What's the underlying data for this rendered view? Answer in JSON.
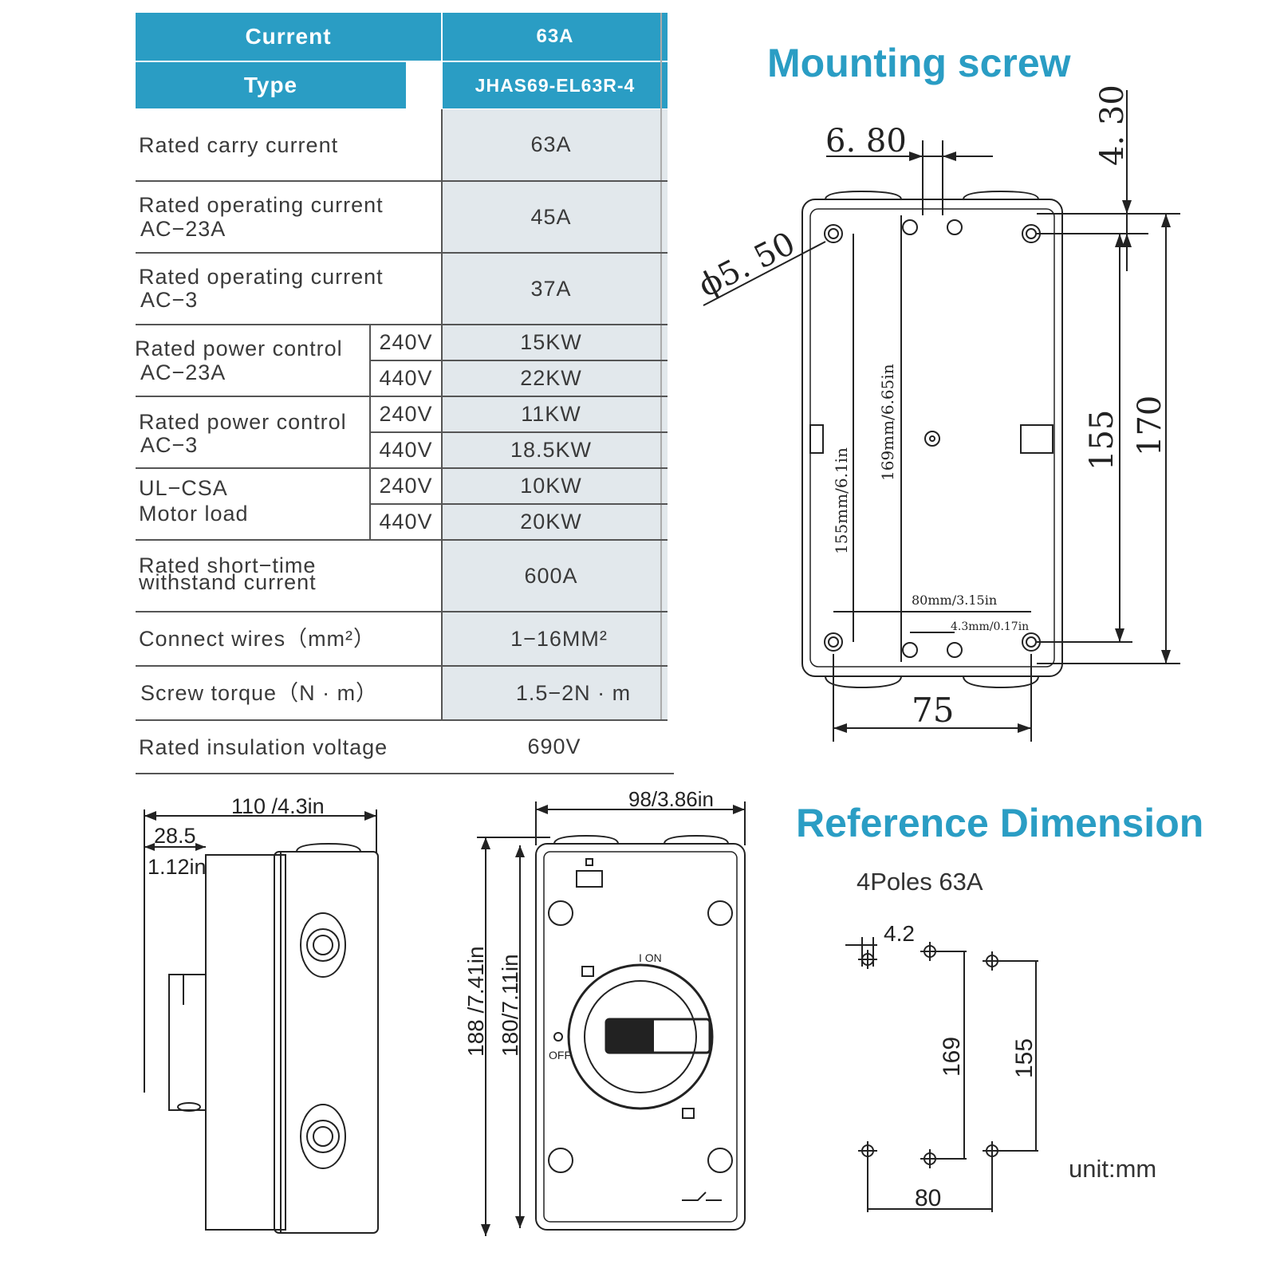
{
  "spec_table": {
    "header": {
      "current_label": "Current",
      "current_value": "63A",
      "type_label": "Type",
      "type_value": "JHAS69-EL63R-4"
    },
    "rows": {
      "carry": {
        "label": "Rated carry current",
        "value": "63A"
      },
      "op23": {
        "label1": "Rated operating current",
        "label2": "AC−23A",
        "value": "45A"
      },
      "op3": {
        "label1": "Rated operating current",
        "label2": "AC−3",
        "value": "37A"
      },
      "pw23": {
        "label1": "Rated power control",
        "label2": "AC−23A",
        "v1": "240V",
        "p1": "15KW",
        "v2": "440V",
        "p2": "22KW"
      },
      "pw3": {
        "label1": "Rated power control",
        "label2": "AC−3",
        "v1": "240V",
        "p1": "11KW",
        "v2": "440V",
        "p2": "18.5KW"
      },
      "ul": {
        "label1": "UL−CSA",
        "label2": "Motor load",
        "v1": "240V",
        "p1": "10KW",
        "v2": "440V",
        "p2": "20KW"
      },
      "short": {
        "label1": "Rated short−time",
        "label2": "withstand current",
        "value": "600A"
      },
      "wires": {
        "label": "Connect wires（mm²）",
        "value": "1−16MM²"
      },
      "torque": {
        "label": "Screw torque（N · m）",
        "value": "1.5−2N · m"
      },
      "insulation": {
        "label": "Rated insulation voltage",
        "value": "690V"
      }
    }
  },
  "headings": {
    "mounting": "Mounting screw",
    "reference": "Reference Dimension",
    "poles": "4Poles 63A",
    "unit": "unit:mm"
  },
  "mounting_dims": {
    "screw_w": "6. 80",
    "screw_h": "4. 30",
    "hole_d": "ϕ5. 50",
    "inner_v1": "155mm/6.1in",
    "inner_v2": "169mm/6.65in",
    "h155": "155",
    "h170": "170",
    "w80": "80mm/3.15in",
    "w43": "4.3mm/0.17in",
    "w75": "75"
  },
  "side_dims": {
    "width": "110 /4.3in",
    "depth1": "28.5",
    "depth2": "1.12in"
  },
  "front_dims": {
    "width": "98/3.86in",
    "h188": "188 /7.41in",
    "h180": "180/7.11in",
    "on_label": "I ON",
    "off_label": "OFF"
  },
  "ref_dims": {
    "d42": "4.2",
    "d169": "169",
    "d155": "155",
    "d80": "80"
  }
}
